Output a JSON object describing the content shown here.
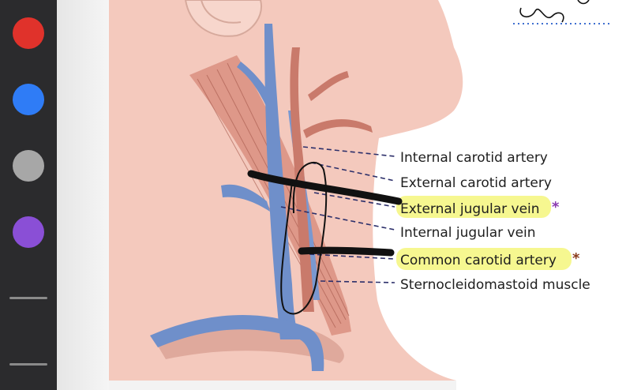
{
  "toolbar": {
    "swatches": [
      {
        "name": "red",
        "color": "#e0322b"
      },
      {
        "name": "blue",
        "color": "#2f7cf6"
      },
      {
        "name": "gray",
        "color": "#a7a7a7"
      },
      {
        "name": "purple",
        "color": "#8a4fd6"
      }
    ]
  },
  "diagram": {
    "labels": {
      "internal_carotid": "Internal carotid artery",
      "external_carotid": "External carotid artery",
      "external_jugular": "External jugular vein",
      "internal_jugular": "Internal jugular vein",
      "common_carotid": "Common carotid artery",
      "sternocleidomastoid": "Sternocleidomastoid muscle"
    },
    "asterisk": "*",
    "colors": {
      "highlight": "#f6f78a",
      "skin": "#f4c9bd",
      "vein": "#6f8fca",
      "artery": "#c97a6b",
      "muscle": "#d98f80",
      "ink": "#111111",
      "star_purple": "#8a3bb0",
      "star_brown": "#8a3a1c"
    }
  }
}
